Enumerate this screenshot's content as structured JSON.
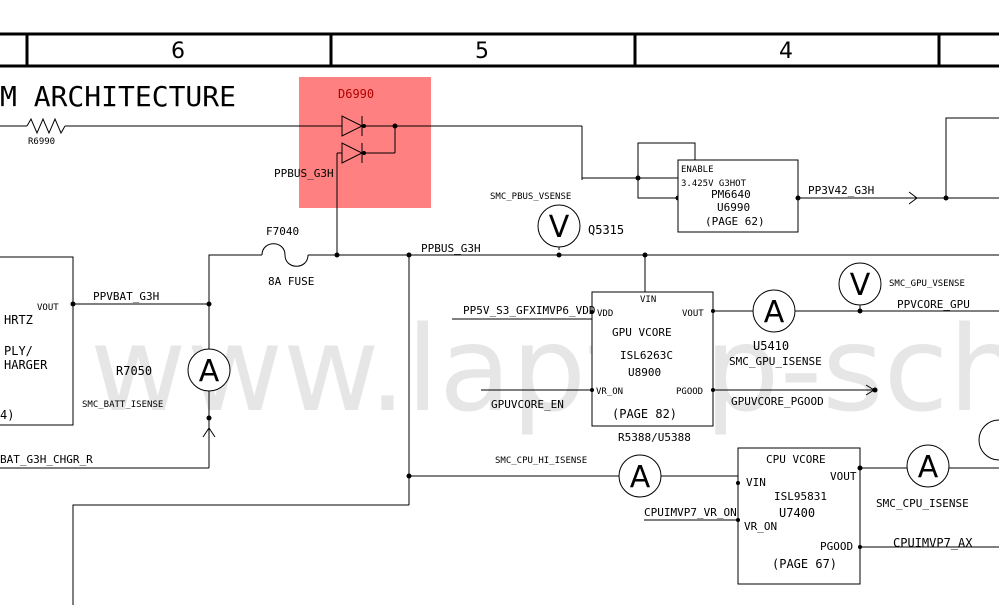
{
  "zones": [
    "6",
    "5",
    "4"
  ],
  "title": "M ARCHITECTURE",
  "watermark": "www.laptop-schematics.",
  "highlight": {
    "color": "#ff8080",
    "label": "D6990"
  },
  "labels": {
    "r6990": "R6990",
    "ppbus_g3h_left": "PPBUS_G3H",
    "f7040": "F7040",
    "fuse": "8A FUSE",
    "ppbus_g3h": "PPBUS_G3H",
    "smc_pbus_vsense": "SMC_PBUS_VSENSE",
    "q5315": "Q5315",
    "enable": "ENABLE",
    "g3hot": "3.425V G3HOT",
    "pm6640": "PM6640",
    "u6990": "U6990",
    "page62": "(PAGE 62)",
    "pp3v42": "PP3V42_G3H",
    "hrtz": "HRTZ",
    "ply": "PLY/",
    "harger": "HARGER",
    "paren4": "4)",
    "vout_charger": "VOUT",
    "ppvbat": "PPVBAT_G3H",
    "r7050": "R7050",
    "smc_batt_isense": "SMC_BATT_ISENSE",
    "bat_g3h_chgr_r": "BAT_G3H_CHGR_R",
    "pp5v_s3": "PP5V_S3_GFXIMVP6_VDD",
    "vin_gpu": "VIN",
    "vdd_gpu": "VDD",
    "vout_gpu": "VOUT",
    "gpu_vcore": "GPU VCORE",
    "isl6263c": "ISL6263C",
    "u8900": "U8900",
    "vr_on_gpu": "VR_ON",
    "pgood_gpu": "PGOOD",
    "gpuvcore_en": "GPUVCORE_EN",
    "page82": "(PAGE 82)",
    "r5388": "R5388/U5388",
    "u5410": "U5410",
    "smc_gpu_isense": "SMC_GPU_ISENSE",
    "smc_gpu_vsense": "SMC_GPU_VSENSE",
    "ppvcore_gpu": "PPVCORE_GPU",
    "gpuvcore_pgood": "GPUVCORE_PGOOD",
    "smc_cpu_hi_isense": "SMC_CPU_HI_ISENSE",
    "cpu_vcore": "CPU VCORE",
    "vin_cpu": "VIN",
    "vout_cpu": "VOUT",
    "isl95831": "ISL95831",
    "u7400": "U7400",
    "cpuimvp7": "CPUIMVP7_VR_ON",
    "vr_on_cpu": "VR_ON",
    "pgood_cpu": "PGOOD",
    "page67": "(PAGE 67)",
    "smc_cpu_isense": "SMC_CPU_ISENSE",
    "cpuimvp7_ax": "CPUIMVP7_AX"
  },
  "meters": {
    "v_pbus": "V",
    "a_batt": "A",
    "a_gpu": "A",
    "v_gpu": "V",
    "a_cpu_hi": "A",
    "a_cpu": "A"
  }
}
